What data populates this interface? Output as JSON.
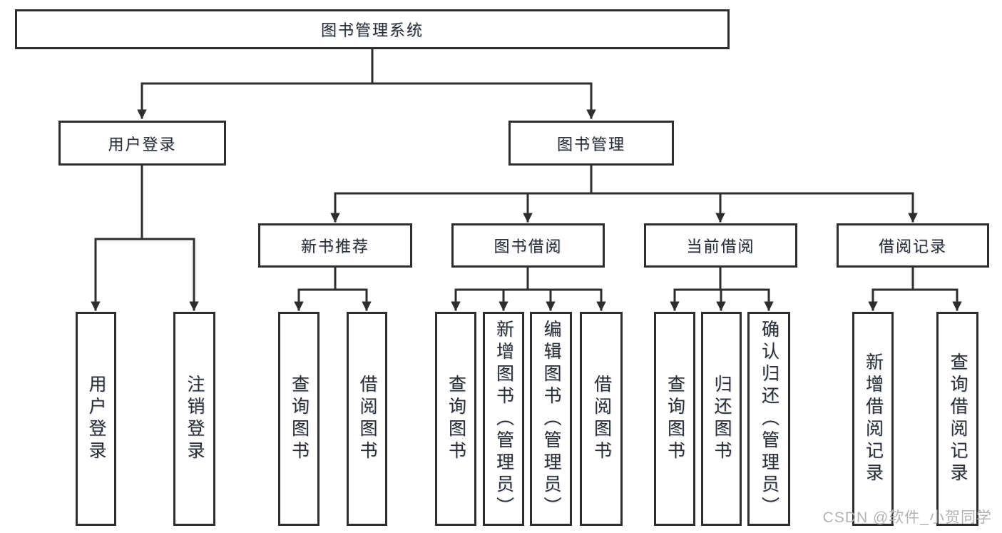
{
  "diagram": {
    "root": {
      "label": "图书管理系统"
    },
    "branches": {
      "user_login": {
        "label": "用户登录",
        "children": {
          "login": "用户登录",
          "logout": "注销登录"
        }
      },
      "book_management": {
        "label": "图书管理",
        "sections": {
          "new_book": {
            "label": "新书推荐",
            "children": {
              "query": "查询图书",
              "borrow": "借阅图书"
            }
          },
          "borrowing": {
            "label": "图书借阅",
            "children": {
              "query": "查询图书",
              "add": "新增图书（管理员）",
              "edit": "编辑图书（管理员）",
              "borrow": "借阅图书"
            }
          },
          "current": {
            "label": "当前借阅",
            "children": {
              "query": "查询图书",
              "return": "归还图书",
              "confirm": "确认归还（管理员）"
            }
          },
          "records": {
            "label": "借阅记录",
            "children": {
              "add": "新增借阅记录",
              "query": "查询借阅记录"
            }
          }
        }
      }
    }
  },
  "watermark": "CSDN @软件_小贺同学",
  "colors": {
    "line": "#2e2e2e",
    "text": "#2e2e2e",
    "box_background": "#ffffff",
    "watermark": "#b3b3b3"
  }
}
